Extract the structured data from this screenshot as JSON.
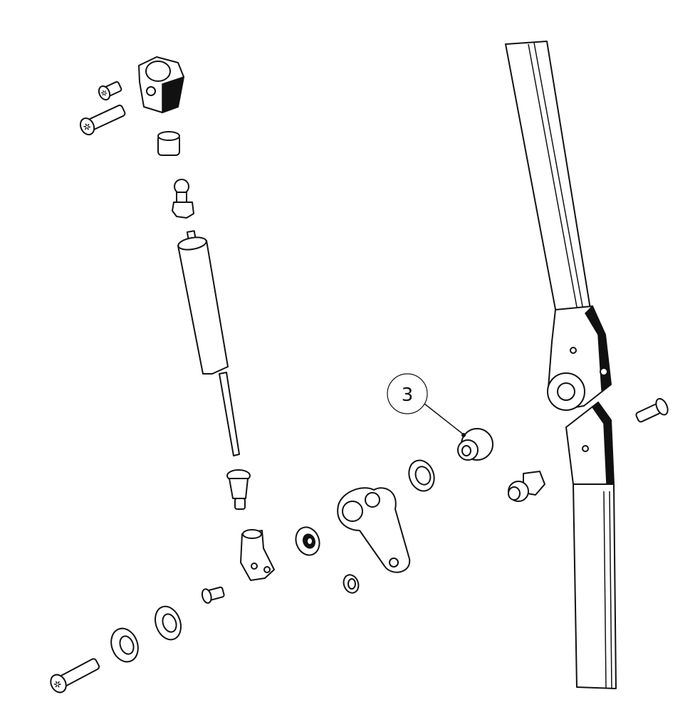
{
  "diagram": {
    "type": "exploded-assembly",
    "callouts": [
      {
        "label": "3",
        "part": "flanged-bushing"
      }
    ]
  }
}
